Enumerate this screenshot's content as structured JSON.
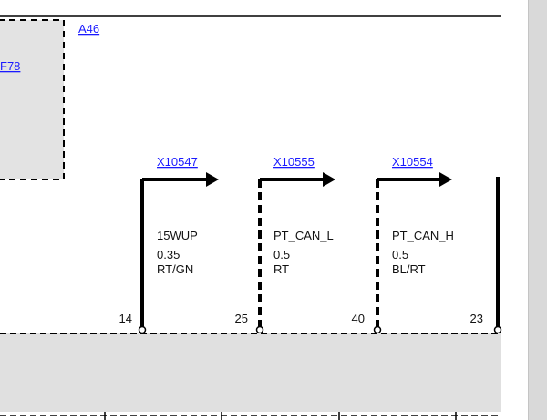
{
  "module_label": "A46",
  "fuse_label": "F78",
  "connectors": [
    {
      "id": "X10547",
      "signal": "15WUP",
      "size": "0.35",
      "color": "RT/GN",
      "pin": "14",
      "style": "solid"
    },
    {
      "id": "X10555",
      "signal": "PT_CAN_L",
      "size": "0.5",
      "color": "RT",
      "pin": "25",
      "style": "dashed"
    },
    {
      "id": "X10554",
      "signal": "PT_CAN_H",
      "size": "0.5",
      "color": "BL/RT",
      "pin": "40",
      "style": "dashed"
    }
  ],
  "extra_pin": "23",
  "colors": {
    "link": "#1a1aff",
    "wire": "#000000",
    "box_fill": "#e0e0e0",
    "scrollbar": "#d9d9d9"
  }
}
